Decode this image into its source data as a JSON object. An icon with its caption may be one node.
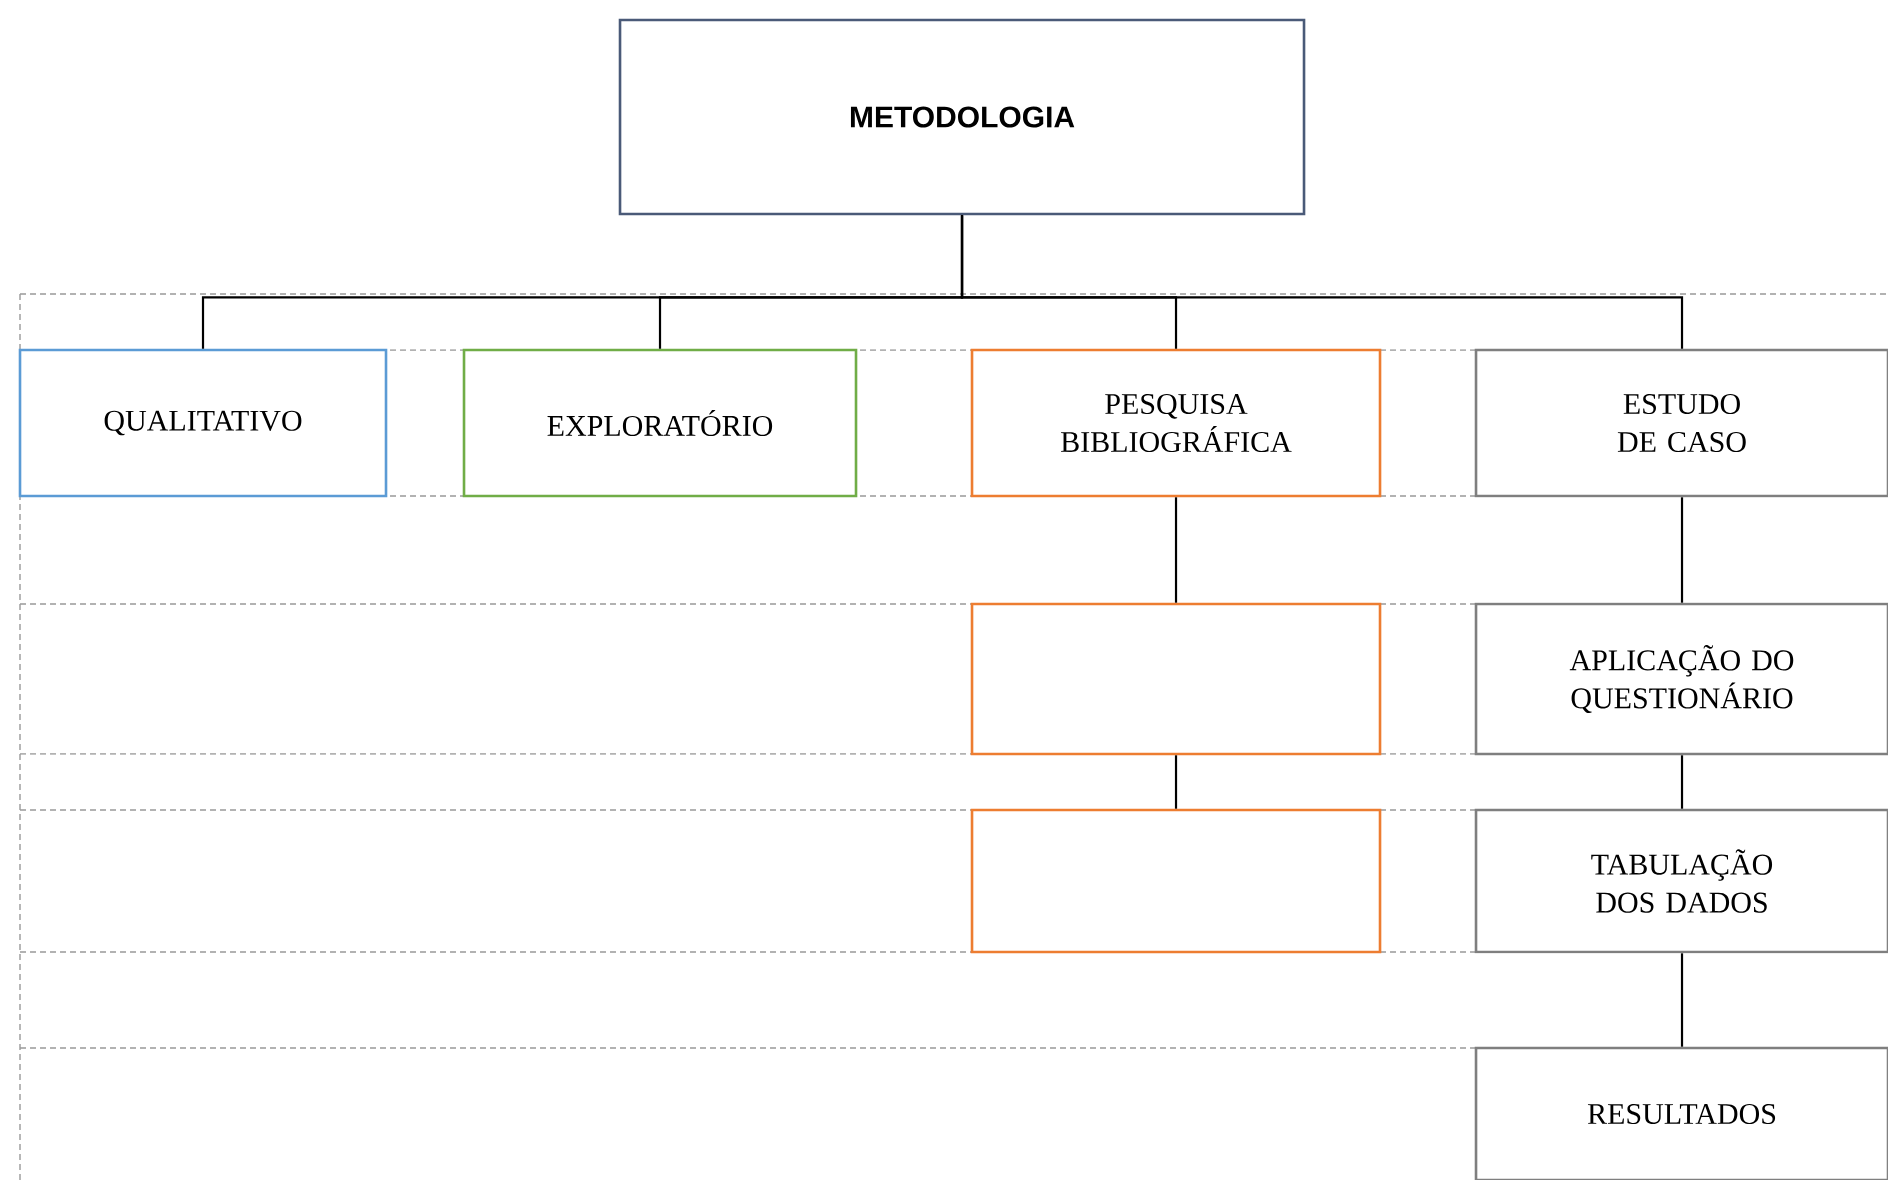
{
  "diagram": {
    "nodes": [
      {
        "text": [
          "METODOLOGIA"
        ]
      },
      {
        "text": [
          "QUALITATIVO"
        ]
      },
      {
        "text": [
          "EXPLORATÓRIO"
        ]
      },
      {
        "text": [
          "PESQUISA BIBLIOGRÁFICA"
        ]
      },
      {
        "text": [
          "ESTUDO DE CASO"
        ]
      },
      {
        "text": [],
        "shape": "box"
      },
      {
        "text": [],
        "shape": "box"
      },
      {
        "text": [
          "APLICAÇÃO DO QUESTIONÁRIO"
        ]
      },
      {
        "text": [
          "TABULAÇÃO DOS DADOS"
        ]
      },
      {
        "text": [
          "RESULTADOS"
        ]
      }
    ],
    "edges": [
      {
        "from": 0,
        "to": 1,
        "arrow": "none"
      },
      {
        "from": 0,
        "to": 2,
        "arrow": "none"
      },
      {
        "from": 0,
        "to": 3,
        "arrow": "none"
      },
      {
        "from": 0,
        "to": 4,
        "arrow": "none"
      },
      {
        "from": 3,
        "to": 5,
        "arrow": "none"
      },
      {
        "from": 5,
        "to": 6,
        "arrow": "none"
      },
      {
        "from": 4,
        "to": 7,
        "arrow": "none"
      },
      {
        "from": 7,
        "to": 8,
        "arrow": "none"
      },
      {
        "from": 8,
        "to": 9,
        "arrow": "none"
      }
    ]
  }
}
